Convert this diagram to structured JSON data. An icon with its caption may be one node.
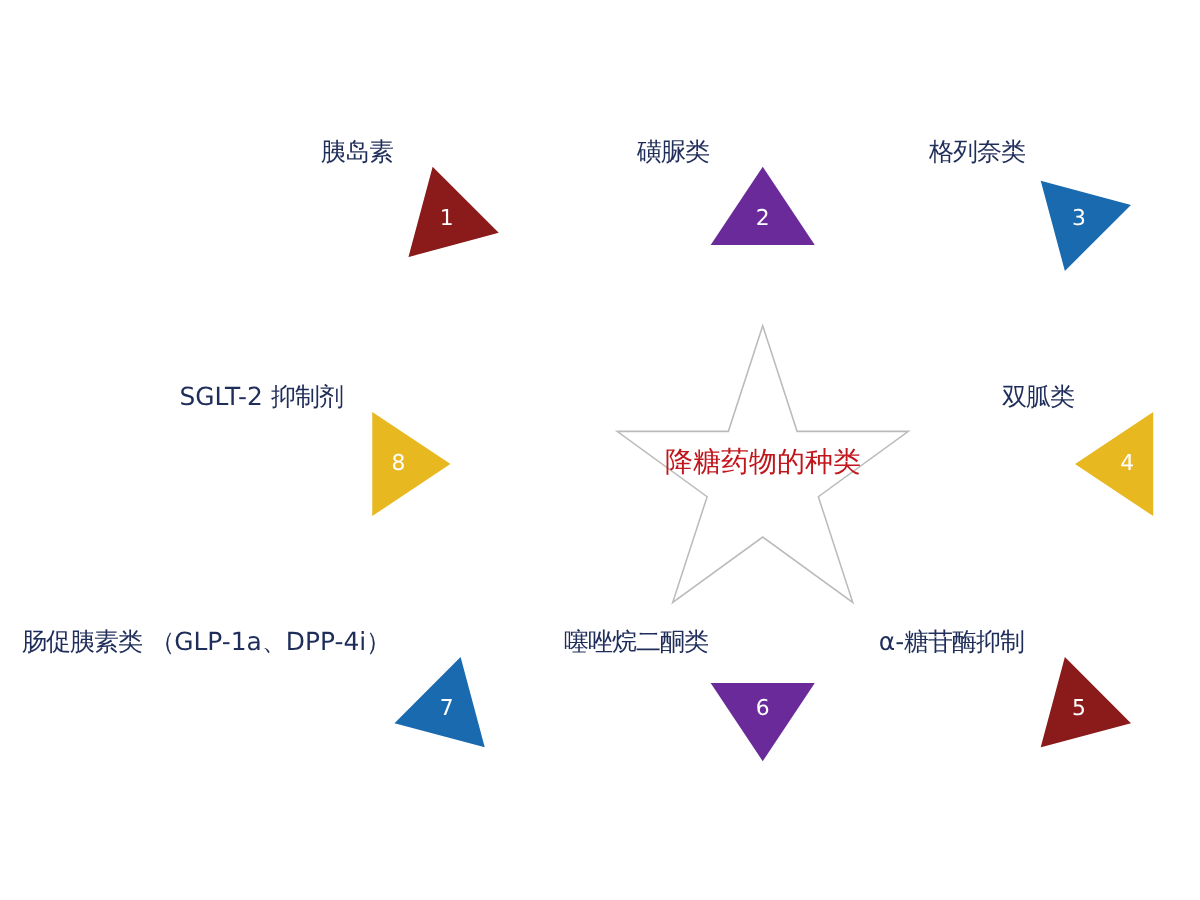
{
  "diagram": {
    "nodes": [
      {
        "text": [
          "降糖药物的种类"
        ]
      },
      {
        "text": [
          "1"
        ],
        "beside": [
          "胰岛素"
        ]
      },
      {
        "text": [
          "2"
        ],
        "beside": [
          "磺脲类"
        ]
      },
      {
        "text": [
          "3"
        ],
        "beside": [
          "格列奈类"
        ]
      },
      {
        "text": [
          "4"
        ],
        "beside": [
          "双胍类"
        ]
      },
      {
        "text": [
          "5"
        ],
        "beside": [
          "α-糖苷酶抑制"
        ]
      },
      {
        "text": [
          "6"
        ],
        "beside": [
          "噻唑烷二酮类"
        ]
      },
      {
        "text": [
          "7"
        ],
        "beside": [
          "肠促胰素类 （GLP-1a、DPP-4i）"
        ]
      },
      {
        "text": [
          "8"
        ],
        "beside": [
          "SGLT-2 抑制剂"
        ]
      }
    ],
    "edges": []
  }
}
